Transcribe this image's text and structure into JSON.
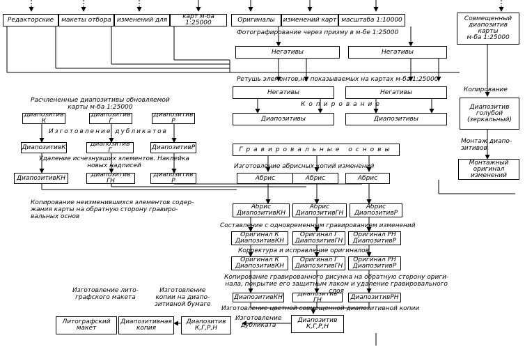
{
  "boxes": {
    "edit_1": "Редакторские",
    "edit_2": "макеты отбора",
    "edit_3": "изменений для",
    "edit_4": "карт м-ба 1:25000",
    "orig_1": "Оригиналы",
    "orig_2": "изменений карт",
    "orig_3": "масштаба 1:10000",
    "neg_top_left": "Негативы",
    "neg_top_right": "Негативы",
    "combined": "Совмещенный\nдиапозитив\nкарты\nм-ба 1:25000",
    "neg2_left": "Негативы",
    "neg2_right": "Негативы",
    "diap_left": "Диапозитивы",
    "diap_right": "Диапозитивы",
    "mirror": "Диапозитив\nголубой\n(зеркальный)",
    "dk1": "Диапозитив К",
    "dg1": "Диапозитив Г",
    "dr1": "Диапозитив Р",
    "dk2": "ДиапозитивК",
    "dg2": "Диапозитив Г",
    "dr2": "ДиапозитивР",
    "dkn": "ДиапозитивКН",
    "dgn": "Диапозитив ГН",
    "drn": "Диапозитив Р",
    "engr": "Гравировальные  основы",
    "abris1": "Абрис",
    "abris2": "Абрис",
    "abris3": "Абрис",
    "mount": "Монтажный\nоригинал\nизменений",
    "ab_kn": "Абрис\nДиапозитивКН",
    "ab_gn": "Абрис\nДиапозитивГН",
    "ab_r": "Абрис\nДиапозитивР",
    "or_k1": "Оригинал К\nДиапозитивКН",
    "or_g1": "Оригинал Г\nДиапозитивГН",
    "or_r1": "Оригинал РН\nДиапозитивР",
    "or_k2": "Оригинал К\nДиапозитивКН",
    "or_g2": "Оригинал Г\nДиапозитивГН",
    "or_r2": "Оригинал РН\nДиапозитивР",
    "fin_kn": "ДиапозитивКН",
    "fin_gn": "Диапозитив ГН",
    "fin_rn": "ДиапозитивРН",
    "litho": "Литографский\nмакет",
    "diap_copy": "Диапозитивная\nкопия",
    "diap_kgph": "Диапозитив\nК,Г,Р,Н",
    "diap_final": "Диапозитив\nК,Г,Р,Н"
  },
  "labels": {
    "photo": "Фотографирование через призму в м-бе 1:25000",
    "retouch": "Ретушь элементов,не показываемых на картах м-ба 1:25000",
    "copying_h": "Копирование",
    "copying_right": "Копирование",
    "parsed": "Расчлененные диапозитивы обновляемой\nкарты м-ба 1:25000",
    "dups": "Изготовление дубликатов",
    "remove": "Удаление исчезнувших элементов. Наклейка\nновых надписей",
    "montage": "Монтаж диапо-\nзитивов",
    "abris_make": "Изготовление абрисных копий изменений",
    "copy_unchanged": "Копирование неизменившихся элементов содер-\nжания карты на обратную сторону гравиро-\nвальных основ",
    "compose": "Составление с одновременным гравированием изменений",
    "correct": "Корректура и исправление оригиналов",
    "copy_engraved": "Копирование гравированного рисунка на обратную сторону ориги-\nнала, покрытие его защитным лаком и удаление гравировального\nслоя",
    "color_diap": "Изготовление цветной совмещенной диапозитивной копии",
    "litho_make": "Изготовление лито-\nграфского макета",
    "copies_paper": "Изготовление\nкопии на диапо-\nзитивной бумаге",
    "dup_make": "Изготовление\nдубликата"
  }
}
